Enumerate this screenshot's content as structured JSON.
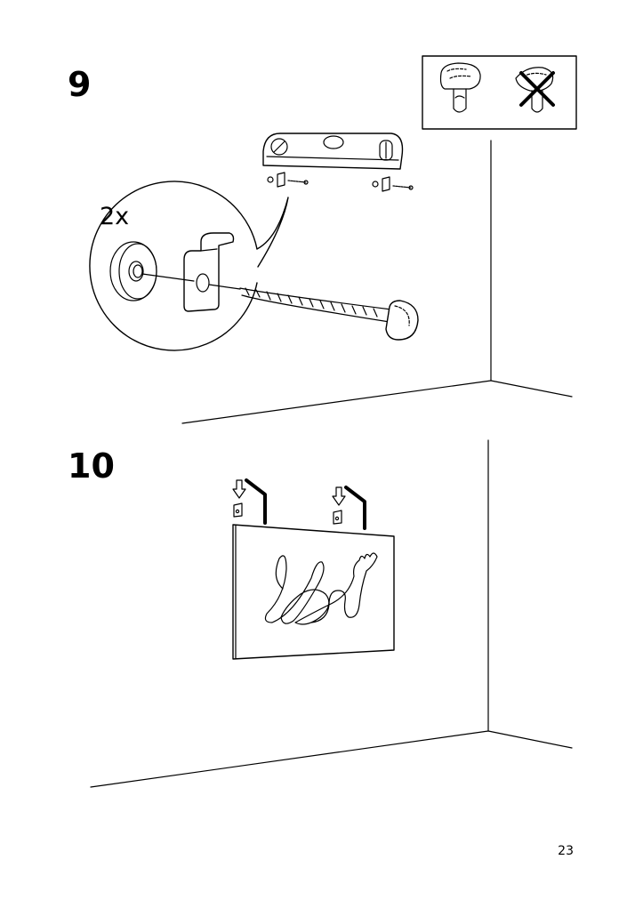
{
  "steps": [
    {
      "number": "9",
      "quantity": "2x"
    },
    {
      "number": "10"
    }
  ],
  "page_number": "23",
  "icons": {
    "step9": [
      "wall-corner-line",
      "level-tool-icon",
      "hook-bracket-icon",
      "screw-icon",
      "washer-icon",
      "detail-magnifier-circle",
      "rounded-knob-ok-icon",
      "pointed-knob-crossed-icon"
    ],
    "step10": [
      "wall-corner-line",
      "hook-bracket-icon",
      "down-arrow-icon",
      "hanging-wire-icon",
      "picture-frame-icon",
      "line-art-drawing"
    ]
  },
  "colors": {
    "ink": "#000000",
    "background": "#ffffff"
  }
}
